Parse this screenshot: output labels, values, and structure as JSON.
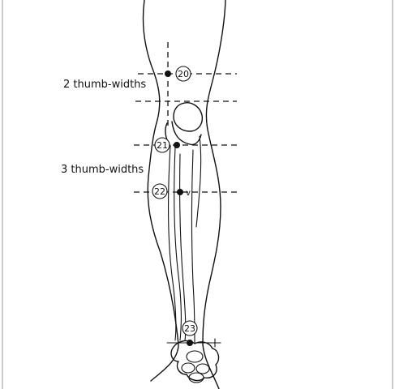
{
  "labels": {
    "upper_distance": "2 thumb-widths",
    "lower_distance": "3 thumb-widths"
  },
  "points": [
    {
      "number": "20"
    },
    {
      "number": "21"
    },
    {
      "number": "22",
      "mark": "v"
    },
    {
      "number": "23"
    }
  ]
}
